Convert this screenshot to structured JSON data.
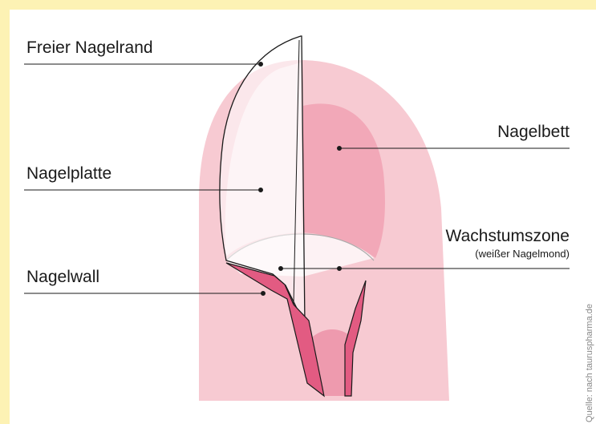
{
  "labels": {
    "freier_nagelrand": "Freier Nagelrand",
    "nagelplatte": "Nagelplatte",
    "nagelwall": "Nagelwall",
    "nagelbett": "Nagelbett",
    "wachstumszone": "Wachstumszone",
    "wachstumszone_sub": "(weißer Nagelmond)"
  },
  "credit": "Quelle: nach tauruspharma.de",
  "colors": {
    "frame": "#fdf2b4",
    "finger": "#f7cad2",
    "nail_bed": "#f2a8b8",
    "nail_plate": "#fbe6ea",
    "free_edge": "#ffffff",
    "wall": "#e25b82",
    "lunula": "#fdf2f4",
    "root": "#ee9aae"
  }
}
